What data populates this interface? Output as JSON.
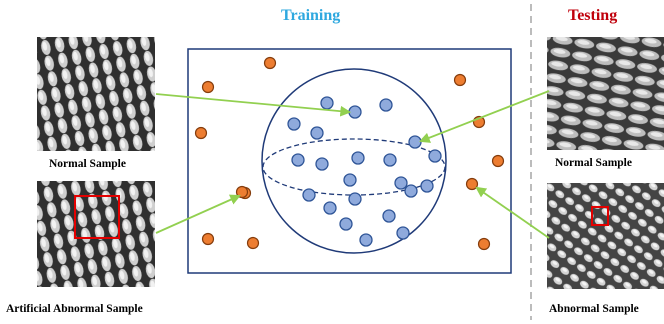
{
  "headers": {
    "training": "Training",
    "testing": "Testing"
  },
  "captions": {
    "normal_train": "Normal Sample",
    "artificial_abnormal": "Artificial Abnormal Sample",
    "normal_test": "Normal Sample",
    "abnormal_test": "Abnormal Sample"
  },
  "colors": {
    "training_header": "#2ea8df",
    "testing_header": "#c0000b",
    "box_border": "#1f3a78",
    "normal_point_fill": "#8faadc",
    "normal_point_stroke": "#2f5597",
    "abnormal_point_fill": "#ed7d31",
    "abnormal_point_stroke": "#843c0c",
    "arrow": "#92d050",
    "defect_box": "#e30000",
    "divider": "#a6a6a6"
  },
  "points": {
    "normal_count": 22,
    "abnormal_count": 12
  }
}
